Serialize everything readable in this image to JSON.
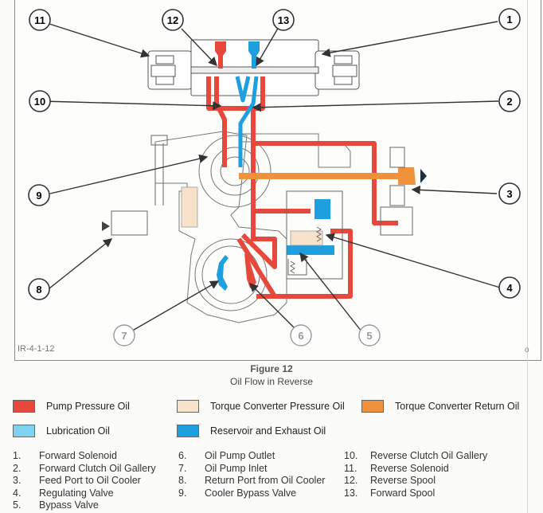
{
  "figure": {
    "id_label": "IR-4-1-12",
    "corner_mark": "o",
    "title": "Figure 12",
    "subtitle": "Oil Flow in Reverse"
  },
  "colors": {
    "pump_pressure": "#e8483c",
    "tc_pressure": "#f7e3cc",
    "tc_return": "#f0913c",
    "lubrication": "#7fd3f0",
    "reservoir_exhaust": "#1e9fe0",
    "outline": "#555555"
  },
  "legend": [
    {
      "label": "Pump Pressure Oil",
      "color": "#e8483c"
    },
    {
      "label": "Torque Converter Pressure Oil",
      "color": "#f7e3cc"
    },
    {
      "label": "Torque Converter Return Oil",
      "color": "#f0913c"
    },
    {
      "label": "Lubrication Oil",
      "color": "#7fd3f0"
    },
    {
      "label": "Reservoir and Exhaust Oil",
      "color": "#1e9fe0"
    }
  ],
  "callouts": [
    "1",
    "2",
    "3",
    "4",
    "5",
    "6",
    "7",
    "8",
    "9",
    "10",
    "11",
    "12",
    "13"
  ],
  "parts": [
    {
      "num": "1.",
      "name": "Forward Solenoid"
    },
    {
      "num": "2.",
      "name": "Forward Clutch Oil Gallery"
    },
    {
      "num": "3.",
      "name": "Feed Port to Oil Cooler"
    },
    {
      "num": "4.",
      "name": "Regulating Valve"
    },
    {
      "num": "5.",
      "name": "Bypass Valve"
    },
    {
      "num": "6.",
      "name": "Oil Pump Outlet"
    },
    {
      "num": "7.",
      "name": "Oil Pump Inlet"
    },
    {
      "num": "8.",
      "name": "Return Port from Oil Cooler"
    },
    {
      "num": "9.",
      "name": "Cooler Bypass Valve"
    },
    {
      "num": "10.",
      "name": "Reverse Clutch Oil Gallery"
    },
    {
      "num": "11.",
      "name": "Reverse Solenoid"
    },
    {
      "num": "12.",
      "name": "Reverse Spool"
    },
    {
      "num": "13.",
      "name": "Forward Spool"
    }
  ]
}
